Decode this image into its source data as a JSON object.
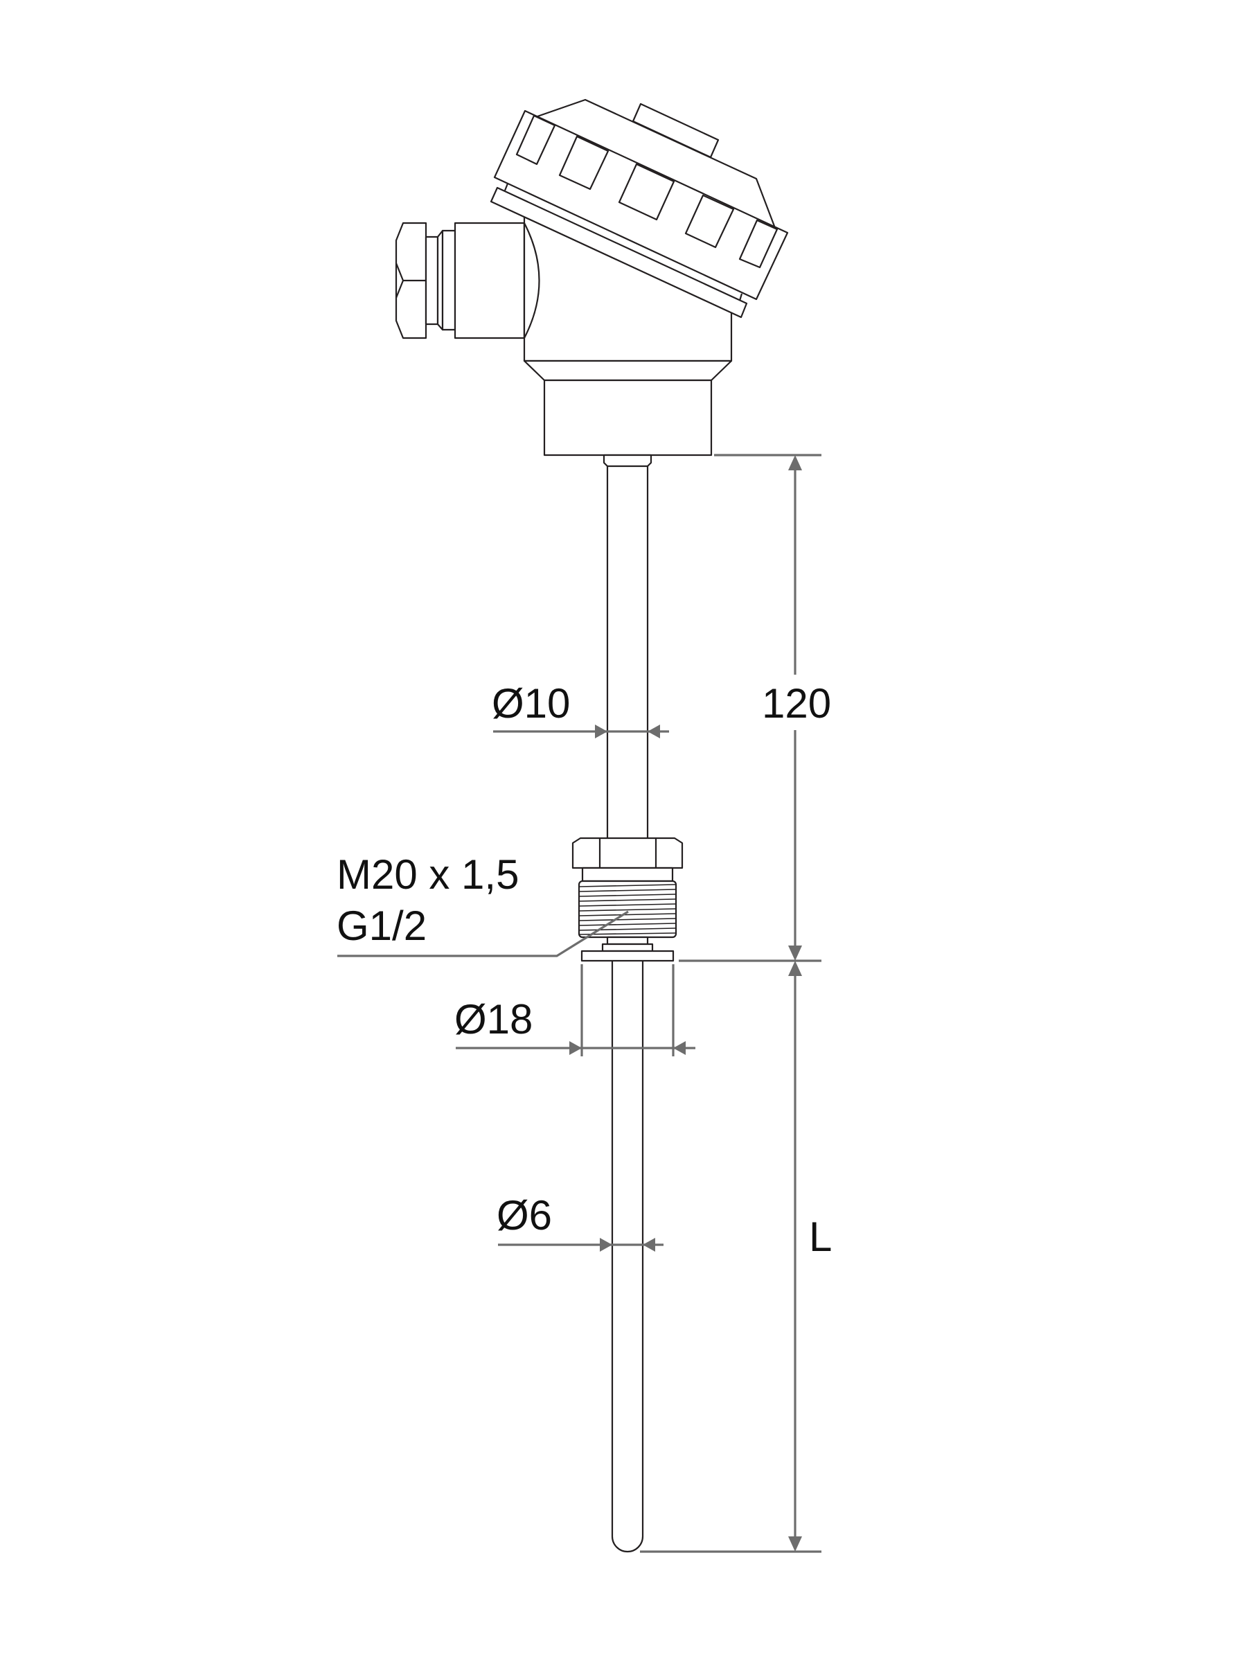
{
  "drawing": {
    "labels": {
      "stem_diameter": "Ø10",
      "neck_length": "120",
      "thread": "M20 x 1,5",
      "thread_alt": "G1/2",
      "thread_diameter": "Ø18",
      "tube_diameter": "Ø6",
      "insertion_length": "L"
    },
    "colors": {
      "outline": "#231f20",
      "dimension": "#6d6d6d",
      "text": "#111111",
      "background": "#ffffff"
    }
  }
}
